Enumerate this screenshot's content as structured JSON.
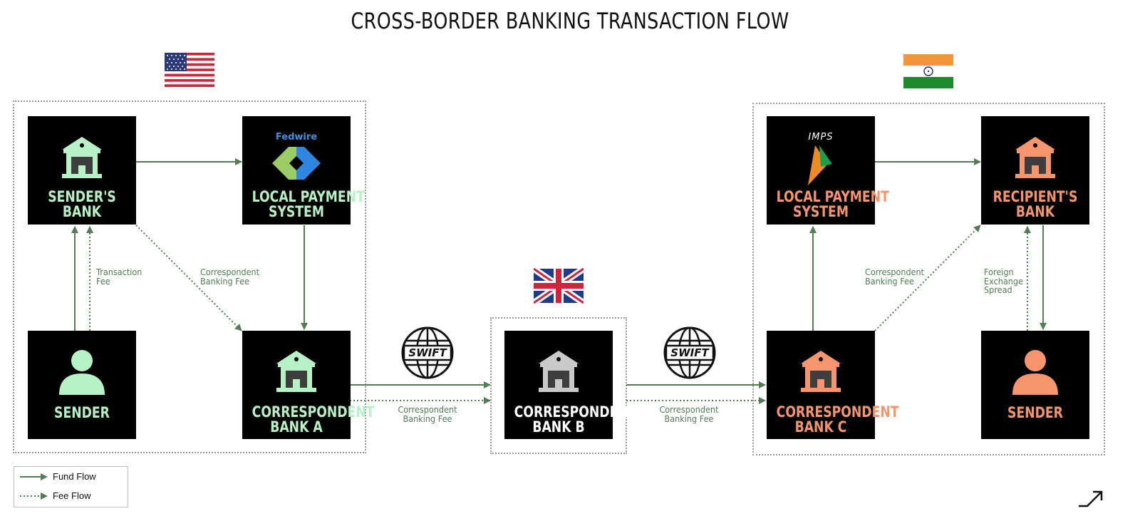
{
  "title": "CROSS-BORDER BANKING TRANSACTION FLOW",
  "colors": {
    "fund_flow": "#4f7f52",
    "us_nodes": "#b6f2c5",
    "uk_nodes": "#ffffff",
    "india_nodes": "#f5956e"
  },
  "flags": {
    "us": "united-states-flag",
    "uk": "united-kingdom-flag",
    "india": "india-flag"
  },
  "nodes": {
    "senders_bank": [
      "SENDER'S",
      "BANK"
    ],
    "us_local_payment": [
      "LOCAL PAYMENT",
      "SYSTEM"
    ],
    "us_local_payment_logo": "Fedwire",
    "sender_us": [
      "SENDER"
    ],
    "correspondent_a": [
      "CORRESPONDENT",
      "BANK A"
    ],
    "correspondent_b": [
      "CORRESPONDENT",
      "BANK B"
    ],
    "in_local_payment": [
      "LOCAL PAYMENT",
      "SYSTEM"
    ],
    "in_local_payment_logo": "IMPS",
    "recipients_bank": [
      "RECIPIENT'S",
      "BANK"
    ],
    "correspondent_c": [
      "CORRESPONDENT",
      "BANK C"
    ],
    "sender_in": [
      "SENDER"
    ]
  },
  "swift_logo": "SWIFT",
  "flow_labels": {
    "transaction_fee": [
      "Transaction",
      "Fee"
    ],
    "correspondent_fee_us": [
      "Correspondent",
      "Banking Fee"
    ],
    "correspondent_fee_ab": [
      "Correspondent",
      "Banking Fee"
    ],
    "correspondent_fee_bc": [
      "Correspondent",
      "Banking Fee"
    ],
    "correspondent_fee_in": [
      "Correspondent",
      "Banking Fee"
    ],
    "fx_spread": [
      "Foreign",
      "Exchange",
      "Spread"
    ]
  },
  "legend": {
    "fund_flow": "Fund Flow",
    "fee_flow": "Fee Flow"
  }
}
